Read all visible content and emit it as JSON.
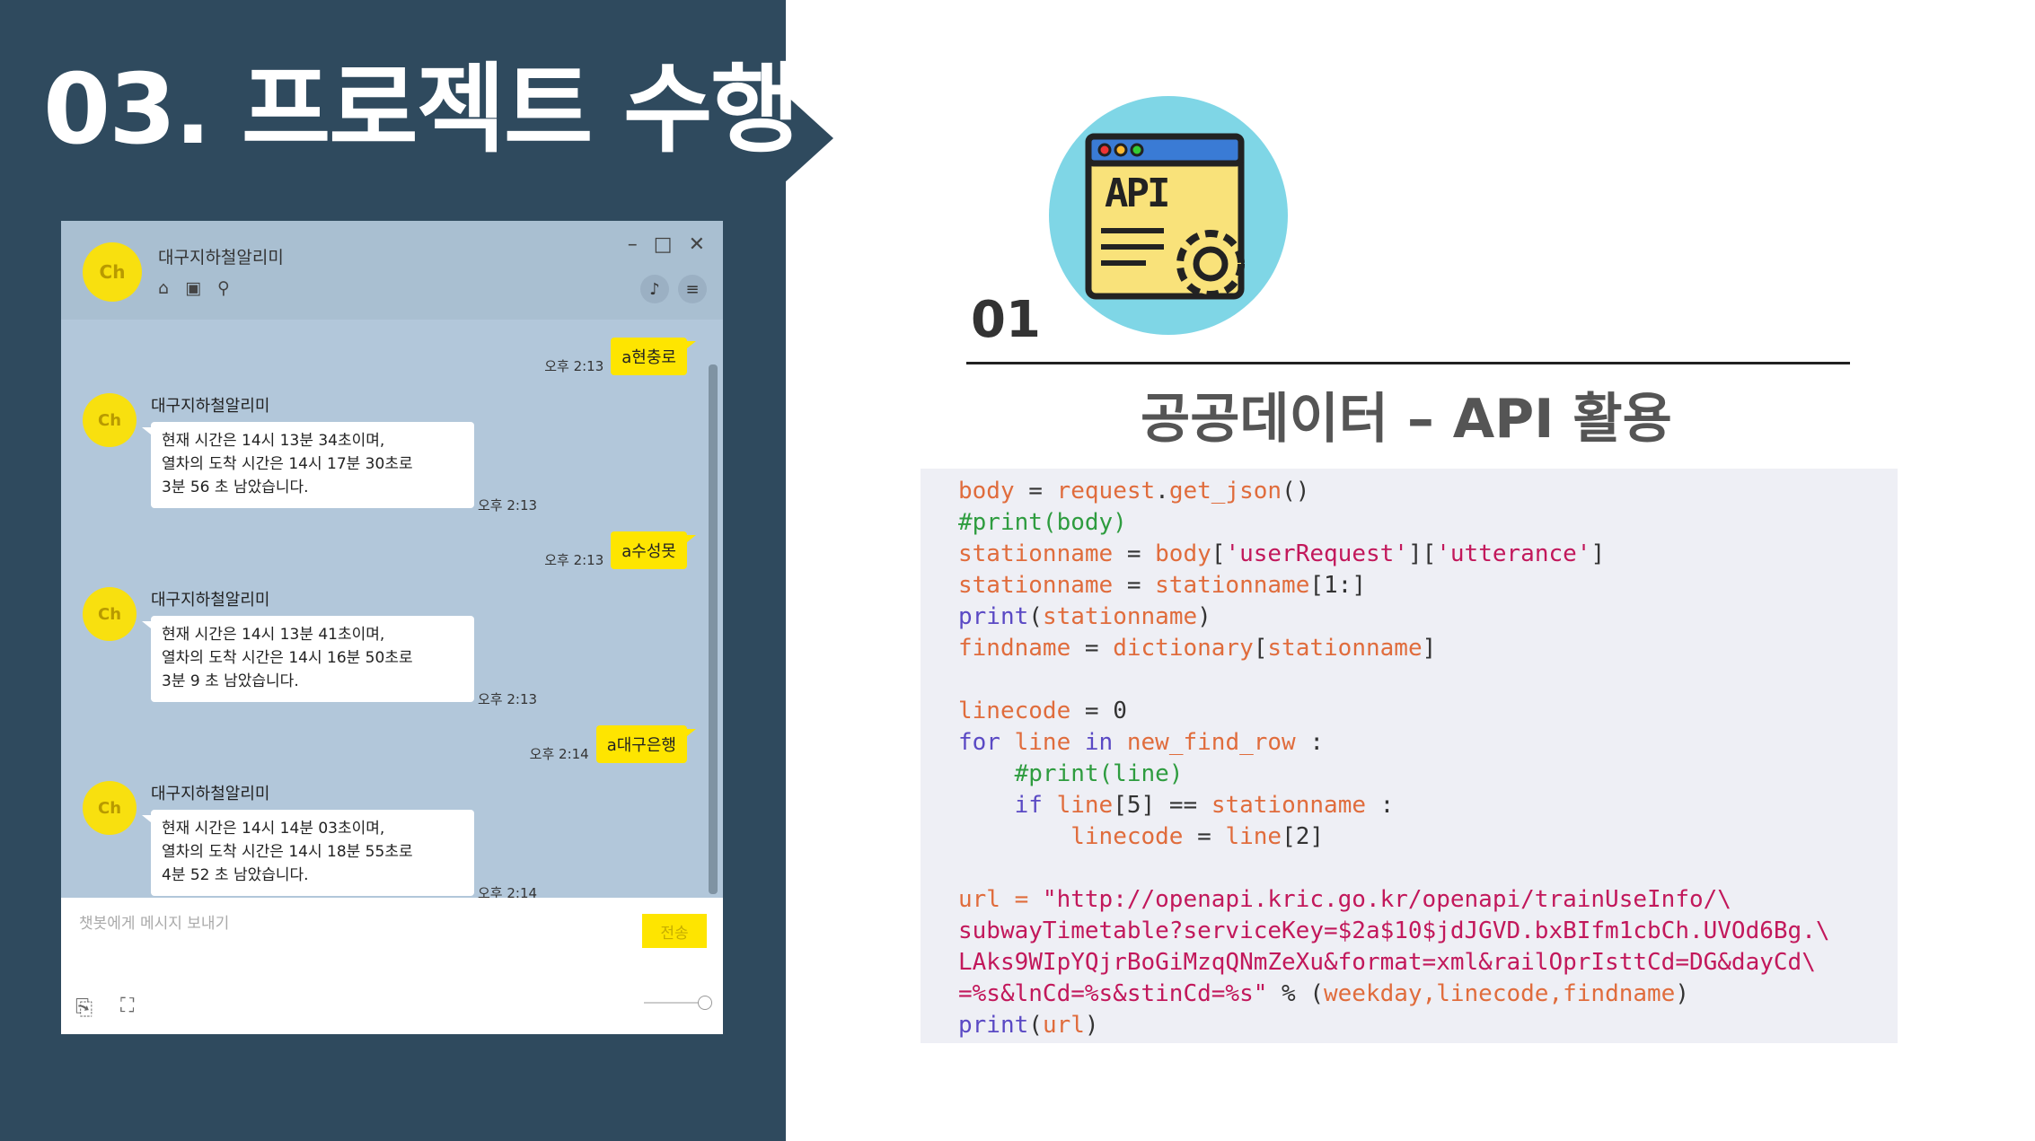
{
  "slide": {
    "title": "03. 프로젝트 수행",
    "step_number": "01",
    "section_title": "공공데이터 – API 활용",
    "api_label": "API"
  },
  "colors": {
    "left_panel": "#2f4a5e",
    "chat_bg": "#b2c7da",
    "kakao_yellow": "#fee500",
    "api_circle": "#7fd6e6",
    "code_bg": "#eeeff5"
  },
  "chat": {
    "window_title": "대구지하철알리미",
    "logo_text": "Ch",
    "header_icons": [
      "home-icon",
      "inbox-icon",
      "search-icon"
    ],
    "header_right_icons": [
      "bell-icon",
      "menu-icon"
    ],
    "window_controls": [
      "minimize-icon",
      "maximize-icon",
      "close-icon"
    ],
    "messages": [
      {
        "type": "out",
        "text": "a현충로",
        "time": "오후 2:13"
      },
      {
        "type": "in",
        "sender": "대구지하철알리미",
        "lines": [
          "현재 시간은 14시 13분 34초이며,",
          "열차의 도착 시간은 14시 17분 30초로",
          "3분 56 초 남았습니다."
        ],
        "time": "오후 2:13"
      },
      {
        "type": "out",
        "text": "a수성못",
        "time": "오후 2:13"
      },
      {
        "type": "in",
        "sender": "대구지하철알리미",
        "lines": [
          "현재 시간은 14시 13분 41초이며,",
          "열차의 도착 시간은 14시 16분 50초로",
          "3분 9 초 남았습니다."
        ],
        "time": "오후 2:13"
      },
      {
        "type": "out",
        "text": "a대구은행",
        "time": "오후 2:14"
      },
      {
        "type": "in",
        "sender": "대구지하철알리미",
        "lines": [
          "현재 시간은 14시 14분 03초이며,",
          "열차의 도착 시간은 14시 18분 55초로",
          "4분 52 초 남았습니다."
        ],
        "time": "오후 2:14"
      }
    ],
    "input_placeholder": "챗봇에게 메시지 보내기",
    "send_label": "전송"
  },
  "code": {
    "lines": [
      "body = request.get_json()",
      "#print(body)",
      "stationname = body['userRequest']['utterance']",
      "stationname = stationname[1:]",
      "print(stationname)",
      "findname = dictionary[stationname]",
      "",
      "linecode = 0",
      "for line in new_find_row :",
      "    #print(line)",
      "    if line[5] == stationname :",
      "        linecode = line[2]",
      "",
      "url = \"http://openapi.kric.go.kr/openapi/trainUseInfo/\\",
      "subwayTimetable?serviceKey=$2a$10$jdJGVD.bxBIfm1cbCh.UVOd6Bg.\\",
      "LAks9WIpYQjrBoGiMzqQNmZeXu&format=xml&railOprIsttCd=DG&dayCd\\",
      "=%s&lnCd=%s&stinCd=%s\" % (weekday,linecode,findname)",
      "print(url)"
    ]
  }
}
